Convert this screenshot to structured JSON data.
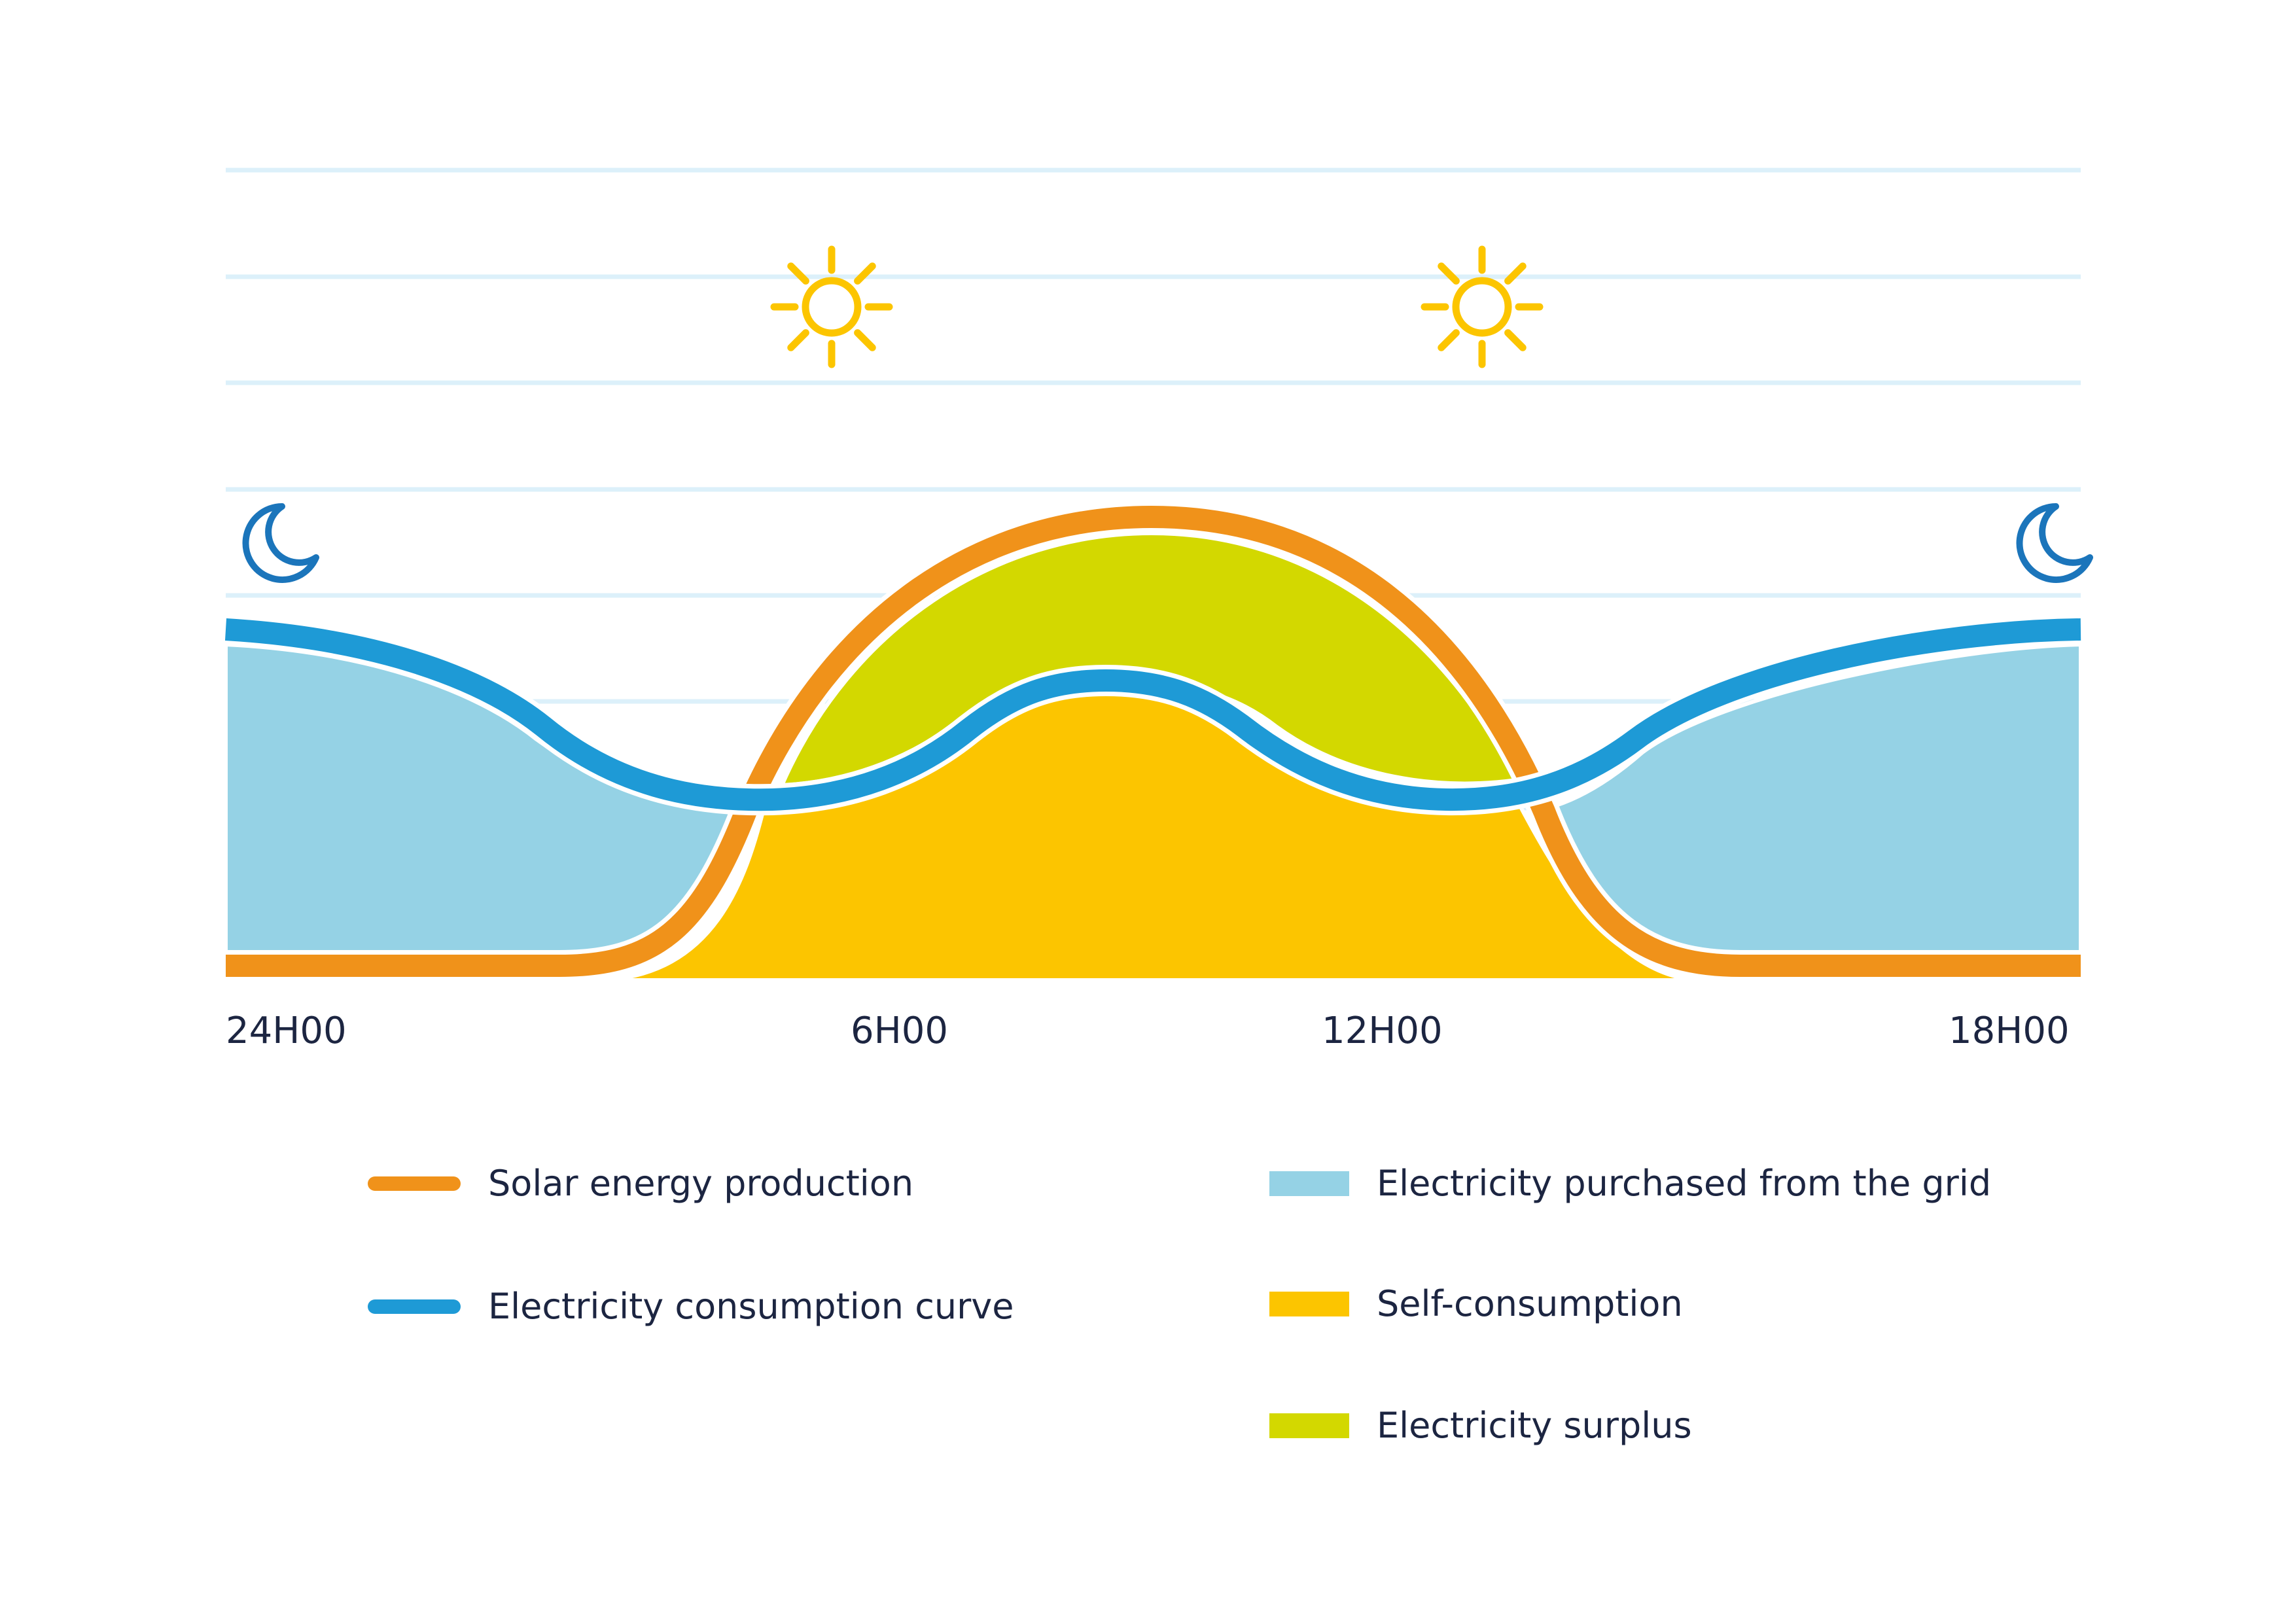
{
  "chart_data": {
    "type": "area",
    "title": "",
    "xlabel": "",
    "ylabel": "",
    "x_ticks": [
      "24H00",
      "6H00",
      "12H00",
      "18H00"
    ],
    "grid": true,
    "legend_position": "bottom",
    "series": [
      {
        "name": "Solar energy production",
        "kind": "line",
        "color": "#f0921a"
      },
      {
        "name": "Electricity consumption curve",
        "kind": "line",
        "color": "#1e9ad6"
      },
      {
        "name": "Electricity purchased from the grid",
        "kind": "area",
        "color": "#95d2e5"
      },
      {
        "name": "Self-consumption",
        "kind": "area",
        "color": "#fcc500"
      },
      {
        "name": "Electricity surplus",
        "kind": "area",
        "color": "#d3d800"
      }
    ],
    "icons": [
      "moon-icon",
      "sun-icon",
      "sun-icon",
      "moon-icon"
    ]
  },
  "colors": {
    "grid": "#dcf0fa",
    "sun": "#fcc500",
    "moon": "#1b75bb",
    "text": "#1c2541"
  }
}
